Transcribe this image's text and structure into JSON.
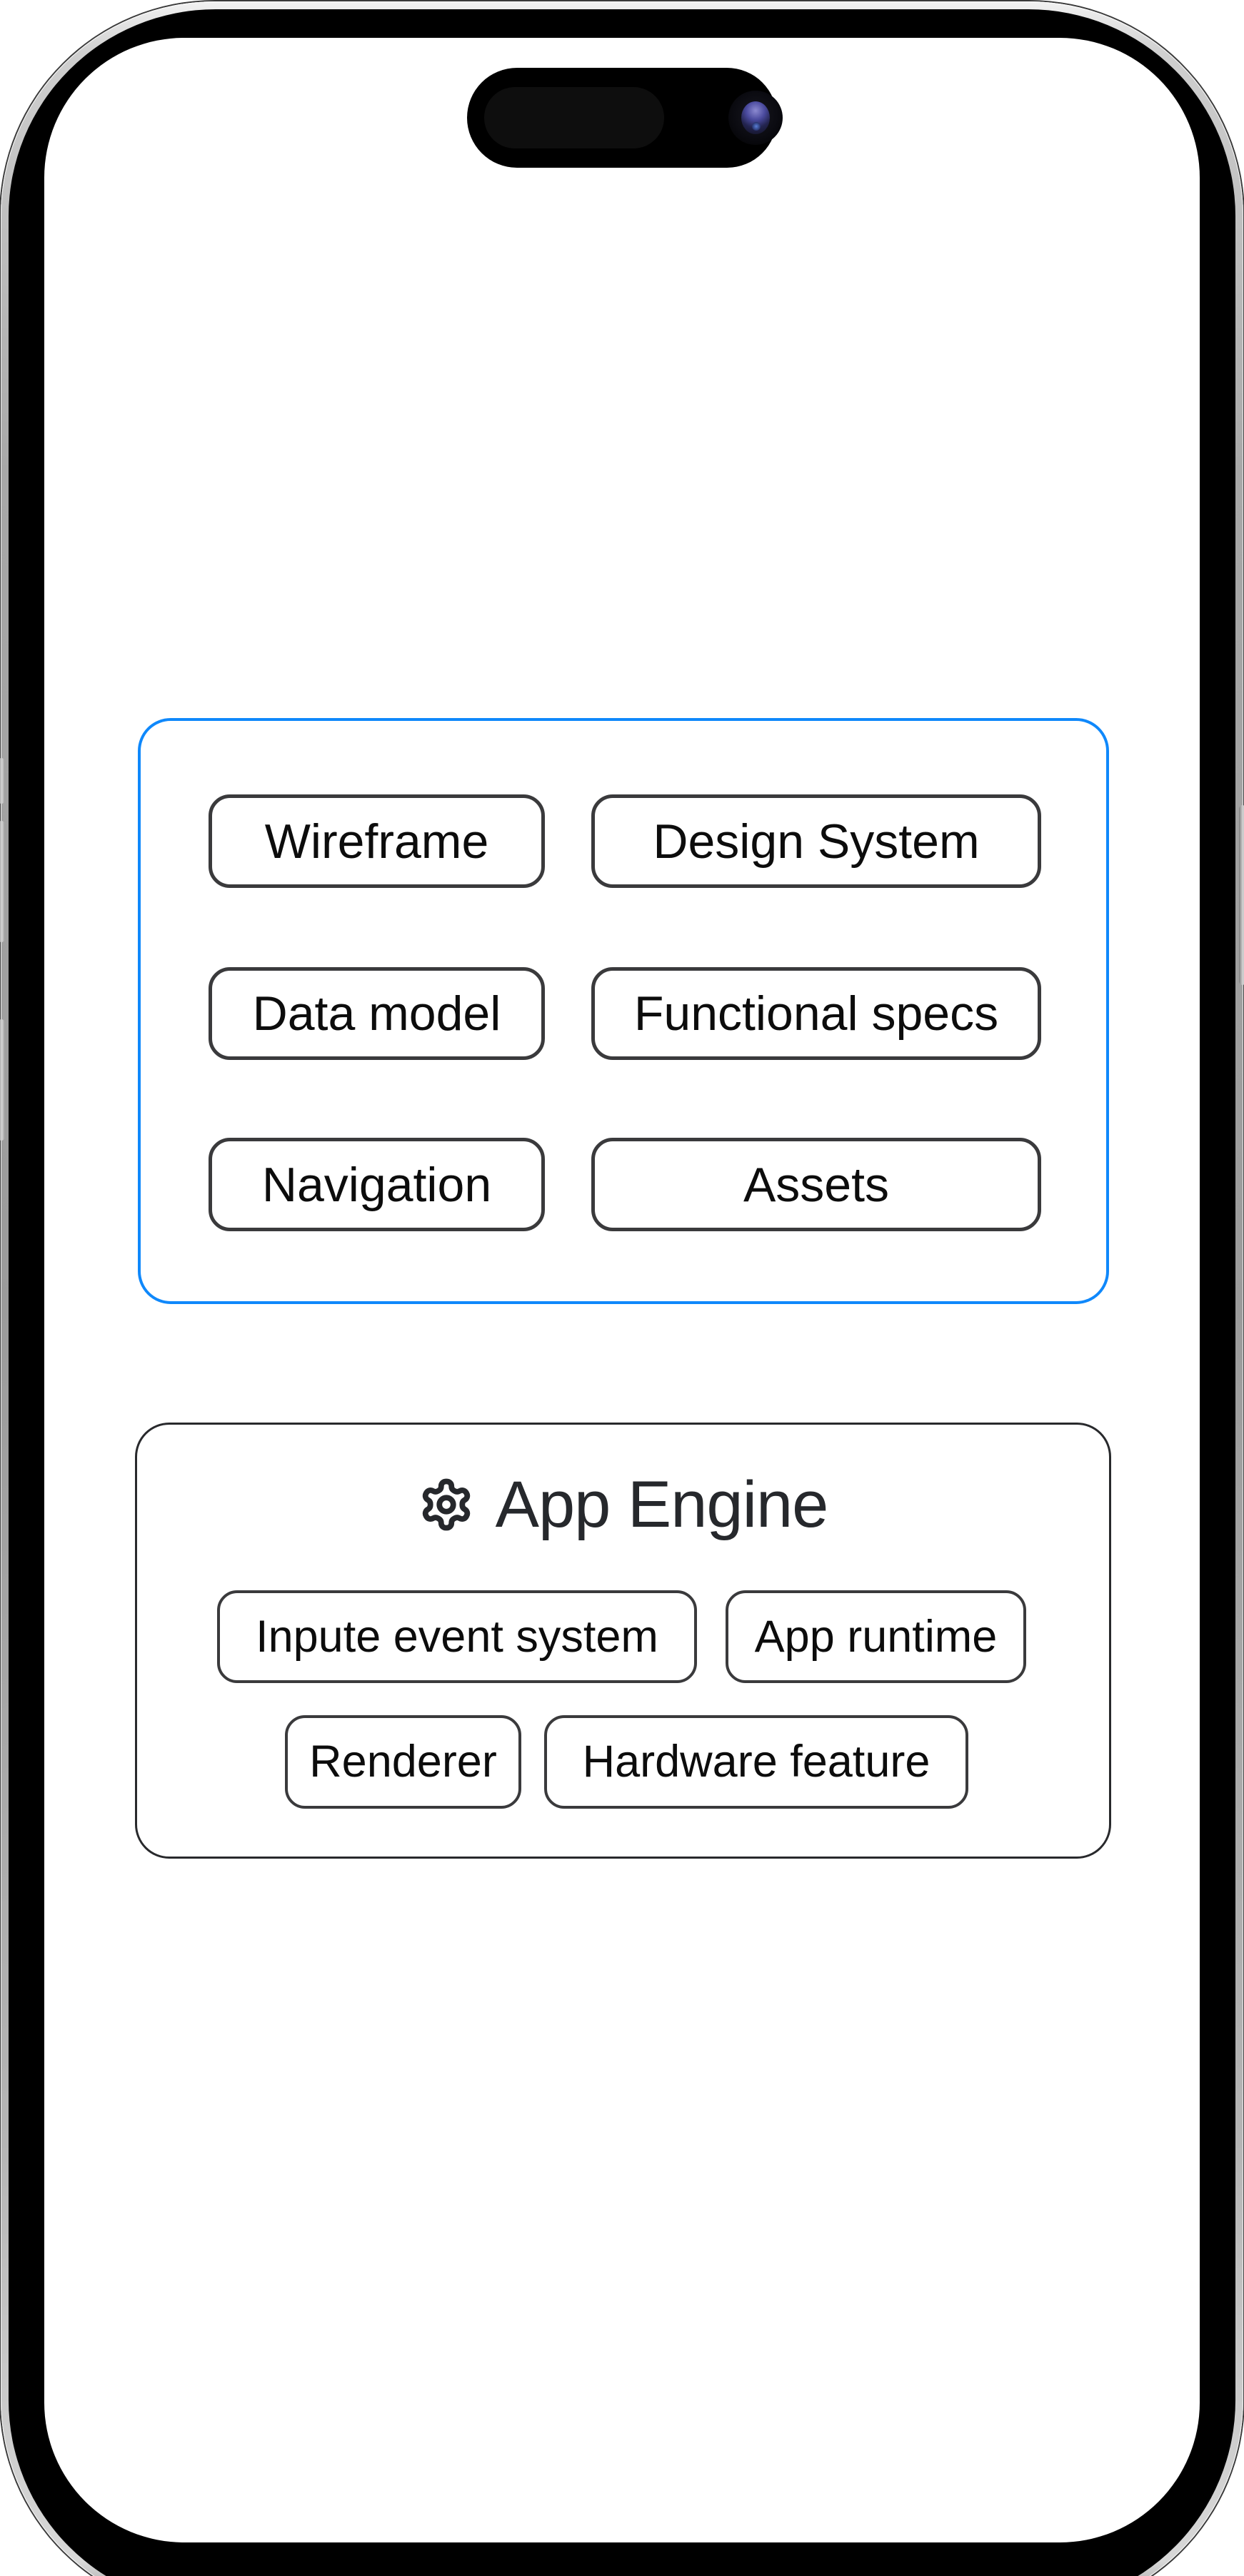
{
  "device": {
    "type": "smartphone-mockup",
    "hardware": {
      "island": "dynamic-island",
      "camera": "front-camera",
      "buttons": [
        "action-button",
        "volume-up-button",
        "volume-down-button",
        "power-button"
      ]
    }
  },
  "screen": {
    "design_box": {
      "buttons": [
        {
          "label": "Wireframe"
        },
        {
          "label": "Design System"
        },
        {
          "label": "Data model"
        },
        {
          "label": "Functional specs"
        },
        {
          "label": "Navigation"
        },
        {
          "label": "Assets"
        }
      ]
    },
    "engine_box": {
      "icon": "gear-icon",
      "title": "App Engine",
      "buttons": [
        {
          "label": "Inpute event system"
        },
        {
          "label": "App runtime"
        },
        {
          "label": "Renderer"
        },
        {
          "label": "Hardware feature"
        }
      ]
    }
  },
  "colors": {
    "accent_blue": "#0f88fb",
    "chip_border": "#3a3a3c",
    "engine_border": "#28292c",
    "chip_text": "#0c0c0c",
    "title_text": "#26282c"
  }
}
